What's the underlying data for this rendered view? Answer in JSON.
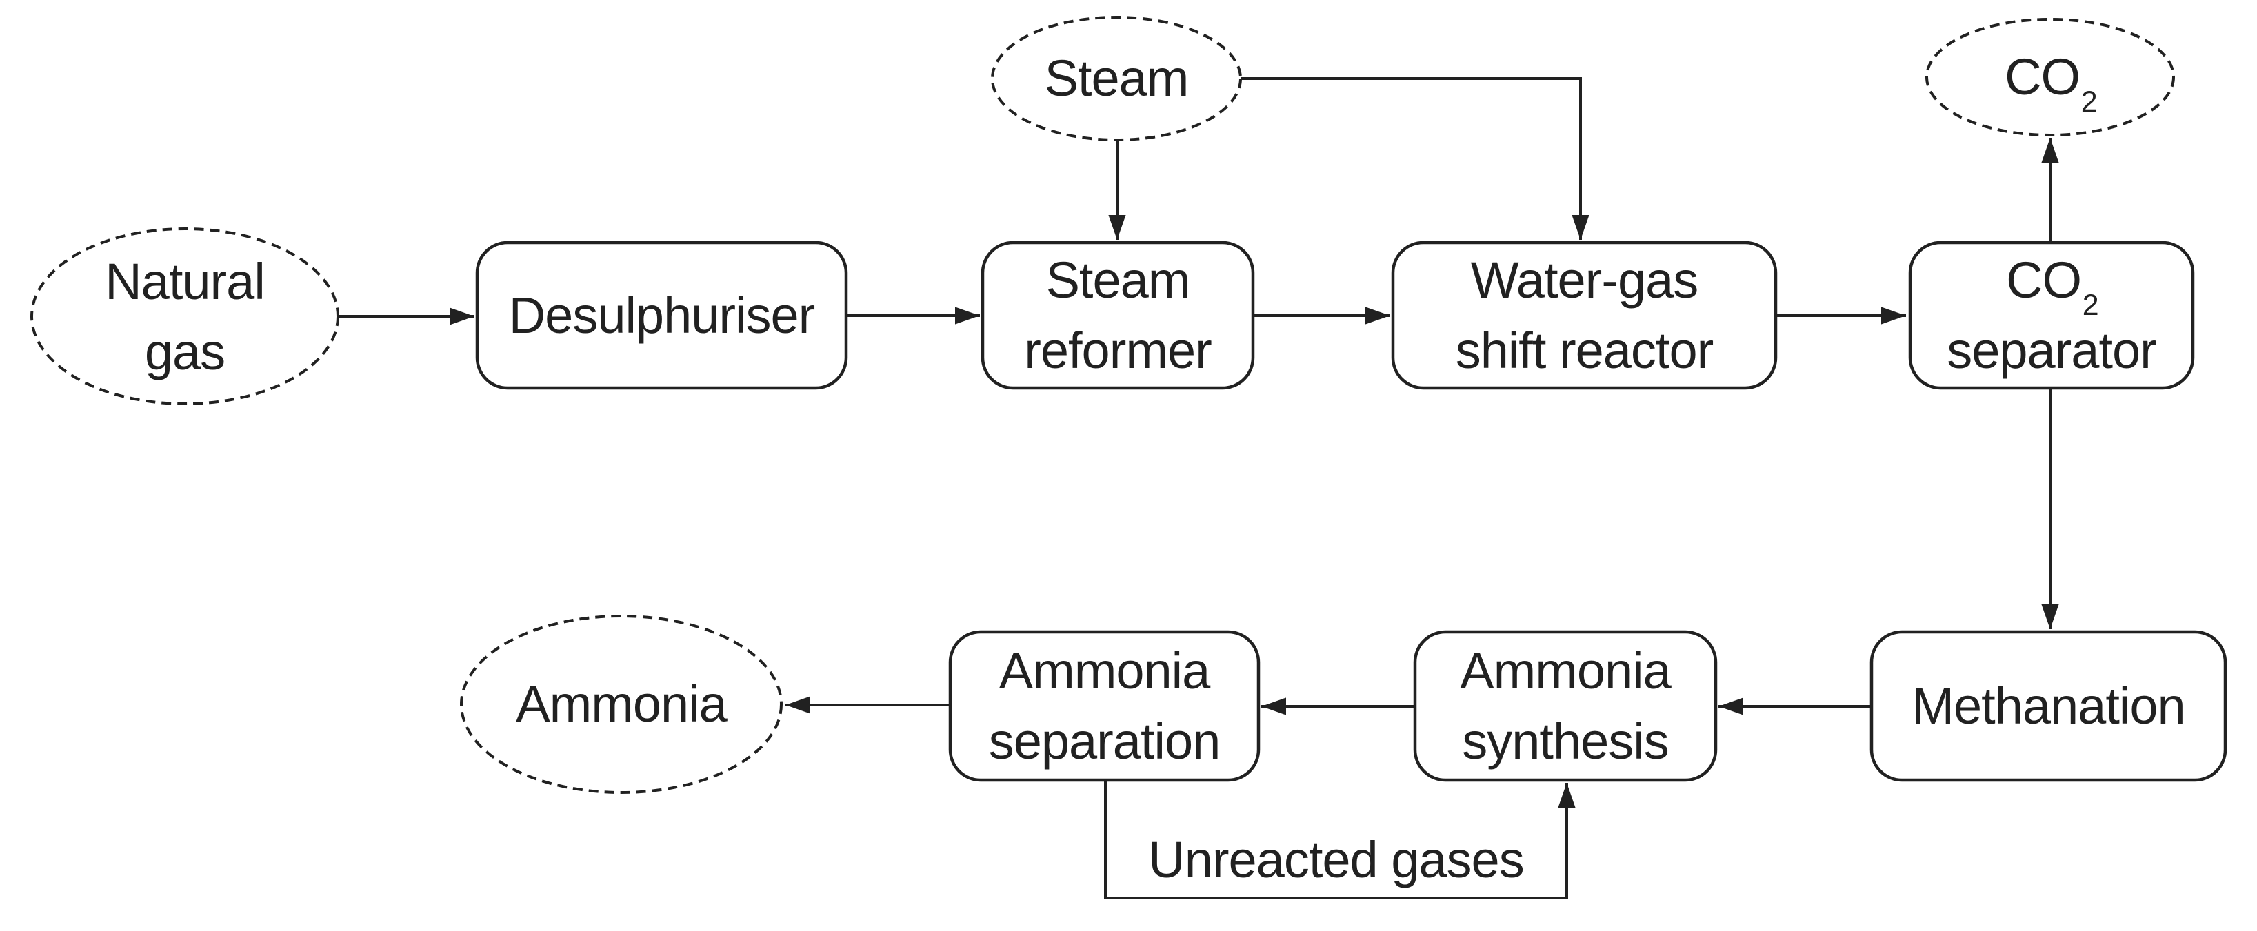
{
  "colors": {
    "ink": "#212121",
    "background": "#ffffff"
  },
  "terminals": {
    "natural_gas": {
      "line1": "Natural",
      "line2": "gas"
    },
    "steam": {
      "label": "Steam"
    },
    "co2": {
      "formula_main": "CO",
      "formula_sub": "2"
    },
    "ammonia": {
      "label": "Ammonia"
    }
  },
  "processes": {
    "desulphuriser": {
      "label": "Desulphuriser"
    },
    "steam_reformer": {
      "line1": "Steam",
      "line2": "reformer"
    },
    "water_gas_shift_reactor": {
      "line1": "Water-gas",
      "line2": "shift reactor"
    },
    "co2_separator": {
      "formula_main": "CO",
      "formula_sub": "2",
      "line2": "separator"
    },
    "methanation": {
      "label": "Methanation"
    },
    "ammonia_synthesis": {
      "line1": "Ammonia",
      "line2": "synthesis"
    },
    "ammonia_separation": {
      "line1": "Ammonia",
      "line2": "separation"
    }
  },
  "edge_labels": {
    "unreacted_gases": "Unreacted gases"
  },
  "flows": [
    {
      "from": "Natural gas",
      "to": "Desulphuriser"
    },
    {
      "from": "Desulphuriser",
      "to": "Steam reformer"
    },
    {
      "from": "Steam",
      "to": "Steam reformer"
    },
    {
      "from": "Steam",
      "to": "Water-gas shift reactor"
    },
    {
      "from": "Steam reformer",
      "to": "Water-gas shift reactor"
    },
    {
      "from": "Water-gas shift reactor",
      "to": "CO2 separator"
    },
    {
      "from": "CO2 separator",
      "to": "CO2"
    },
    {
      "from": "CO2 separator",
      "to": "Methanation"
    },
    {
      "from": "Methanation",
      "to": "Ammonia synthesis"
    },
    {
      "from": "Ammonia synthesis",
      "to": "Ammonia separation"
    },
    {
      "from": "Ammonia separation",
      "to": "Ammonia"
    },
    {
      "from": "Ammonia separation",
      "to": "Ammonia synthesis",
      "label": "Unreacted gases"
    }
  ]
}
